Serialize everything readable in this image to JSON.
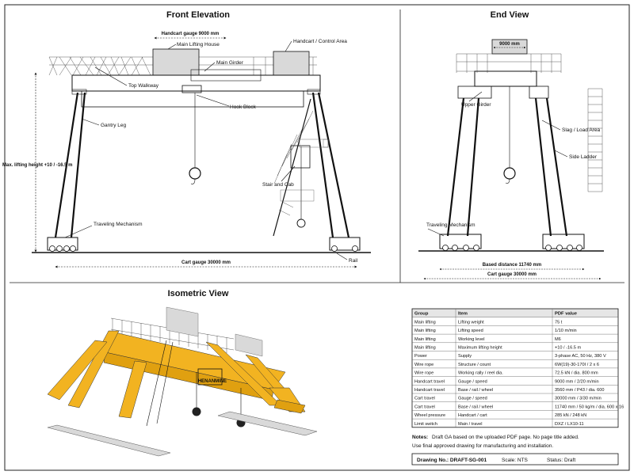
{
  "front": {
    "title": "Front Elevation",
    "handcart_gauge": "Handcart gauge 9000 mm",
    "main_lifting_house": "Main Lifting House",
    "handcart_control_area": "Handcart / Control Area",
    "main_girder": "Main Girder",
    "top_walkway": "Top Walkway",
    "hook_block": "Hook Block",
    "gantry_leg": "Gantry Leg",
    "max_lifting_height": "Max. lifting height +10 / -16.5 m",
    "stair_and_cab": "Stair and Cab",
    "traveling_mechanism": "Traveling Mechanism",
    "cart_gauge": "Cart gauge 30000 mm",
    "rail": "Rail"
  },
  "end": {
    "title": "End View",
    "gauge_9000": "9000 mm",
    "upper_girder": "Upper Girder",
    "slag_load_area": "Slag / Load Area",
    "side_ladder": "Side Ladder",
    "traveling_mechanism": "Traveling Mechanism",
    "based_distance": "Based distance 11740 mm",
    "cart_gauge": "Cart gauge 30000 mm"
  },
  "iso": {
    "title": "Isometric View",
    "brand": "HENANMINE"
  },
  "table": {
    "headers": [
      "Group",
      "Item",
      "PDF value"
    ],
    "rows": [
      [
        "Main lifting",
        "Lifting weight",
        "75 t"
      ],
      [
        "Main lifting",
        "Lifting speed",
        "1/10 m/min"
      ],
      [
        "Main lifting",
        "Working level",
        "M6"
      ],
      [
        "Main lifting",
        "Maximum lifting height",
        "+10 / -16.5 m"
      ],
      [
        "Power",
        "Supply",
        "3-phase AC, 50 Hz, 380 V"
      ],
      [
        "Wire rope",
        "Structure / count",
        "6W(19)-30-170I / 2 x 6"
      ],
      [
        "Wire rope",
        "Working rally / reel dia.",
        "72.5 kN / dia. 800 mm"
      ],
      [
        "Handcart travel",
        "Gauge / speed",
        "9000 mm / 2/20 m/min"
      ],
      [
        "Handcart travel",
        "Base / rail / wheel",
        "3560 mm / P43 / dia. 600"
      ],
      [
        "Cart travel",
        "Gauge / speed",
        "30000 mm / 3/30 m/min"
      ],
      [
        "Cart travel",
        "Base / rail / wheel",
        "11740 mm / 50 kg/m / dia. 600 x 16"
      ],
      [
        "Wheel pressure",
        "Handcart / cart",
        "285 kN / 248 kN"
      ],
      [
        "Limit switch",
        "Main / travel",
        "DXZ / LX10-11"
      ]
    ]
  },
  "notes": {
    "label": "Notes:",
    "line1": "Draft GA based on the uploaded PDF page. No page title added.",
    "line2": "Use final approved drawing for manufacturing and installation."
  },
  "titleblock": {
    "drawing_no": "Drawing No.: DRAFT-SG-001",
    "scale": "Scale: NTS",
    "status": "Status: Draft"
  },
  "colors": {
    "steel": "#f2b321",
    "gray_fill": "#d9d9d9",
    "line": "#111111"
  }
}
